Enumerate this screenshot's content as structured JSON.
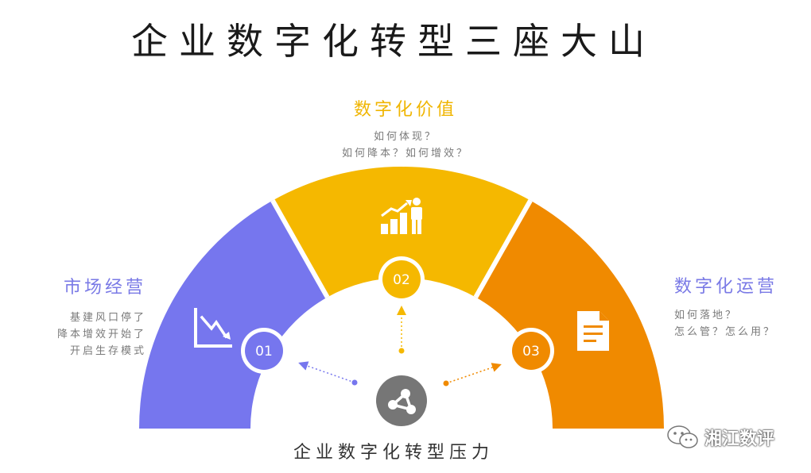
{
  "title": "企业数字化转型三座大山",
  "sections": {
    "left": {
      "number": "01",
      "title": "市场经营",
      "lines": [
        "基建风口停了",
        "降本增效开始了",
        "开启生存模式"
      ],
      "color": "#7676ee",
      "icon": "chart-decline-icon"
    },
    "top": {
      "number": "02",
      "title": "数字化价值",
      "lines": [
        "如何体现？",
        "如何降本？如何增效？"
      ],
      "color": "#f5b800",
      "icon": "growth-person-icon"
    },
    "right": {
      "number": "03",
      "title": "数字化运营",
      "lines": [
        "如何落地？",
        "怎么管？怎么用？"
      ],
      "color": "#f08a00",
      "icon": "document-icon"
    }
  },
  "center": {
    "label": "企业数字化转型压力",
    "icon": "share-network-icon",
    "color": "#767676"
  },
  "watermark": {
    "text": "湘江数评",
    "icon": "wechat-icon"
  }
}
